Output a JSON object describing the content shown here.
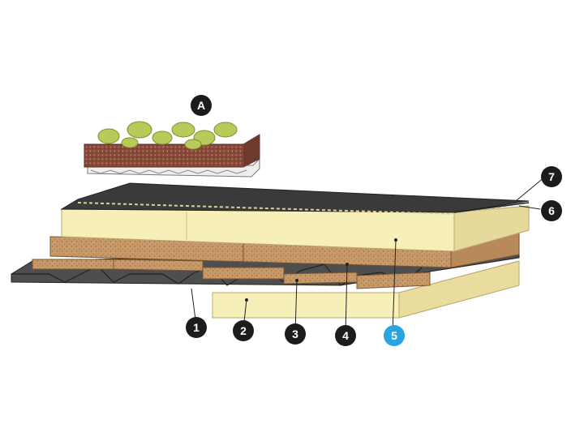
{
  "markers": {
    "a": "A",
    "m1": "1",
    "m2": "2",
    "m3": "3",
    "m4": "4",
    "m5": "5",
    "m6": "6",
    "m7": "7"
  },
  "colors": {
    "badge_default": "#1c1c1c",
    "badge_highlight": "#2aa4e0",
    "insulation_light": "#f7efb8",
    "insulation_shade": "#e4d79a",
    "board": "#c89a6a",
    "board_dark": "#a87b4e",
    "membrane": "#3a3a3a",
    "steel_deck": "#555555",
    "soil": "#8a4a3a",
    "plants": "#b9c95a"
  }
}
